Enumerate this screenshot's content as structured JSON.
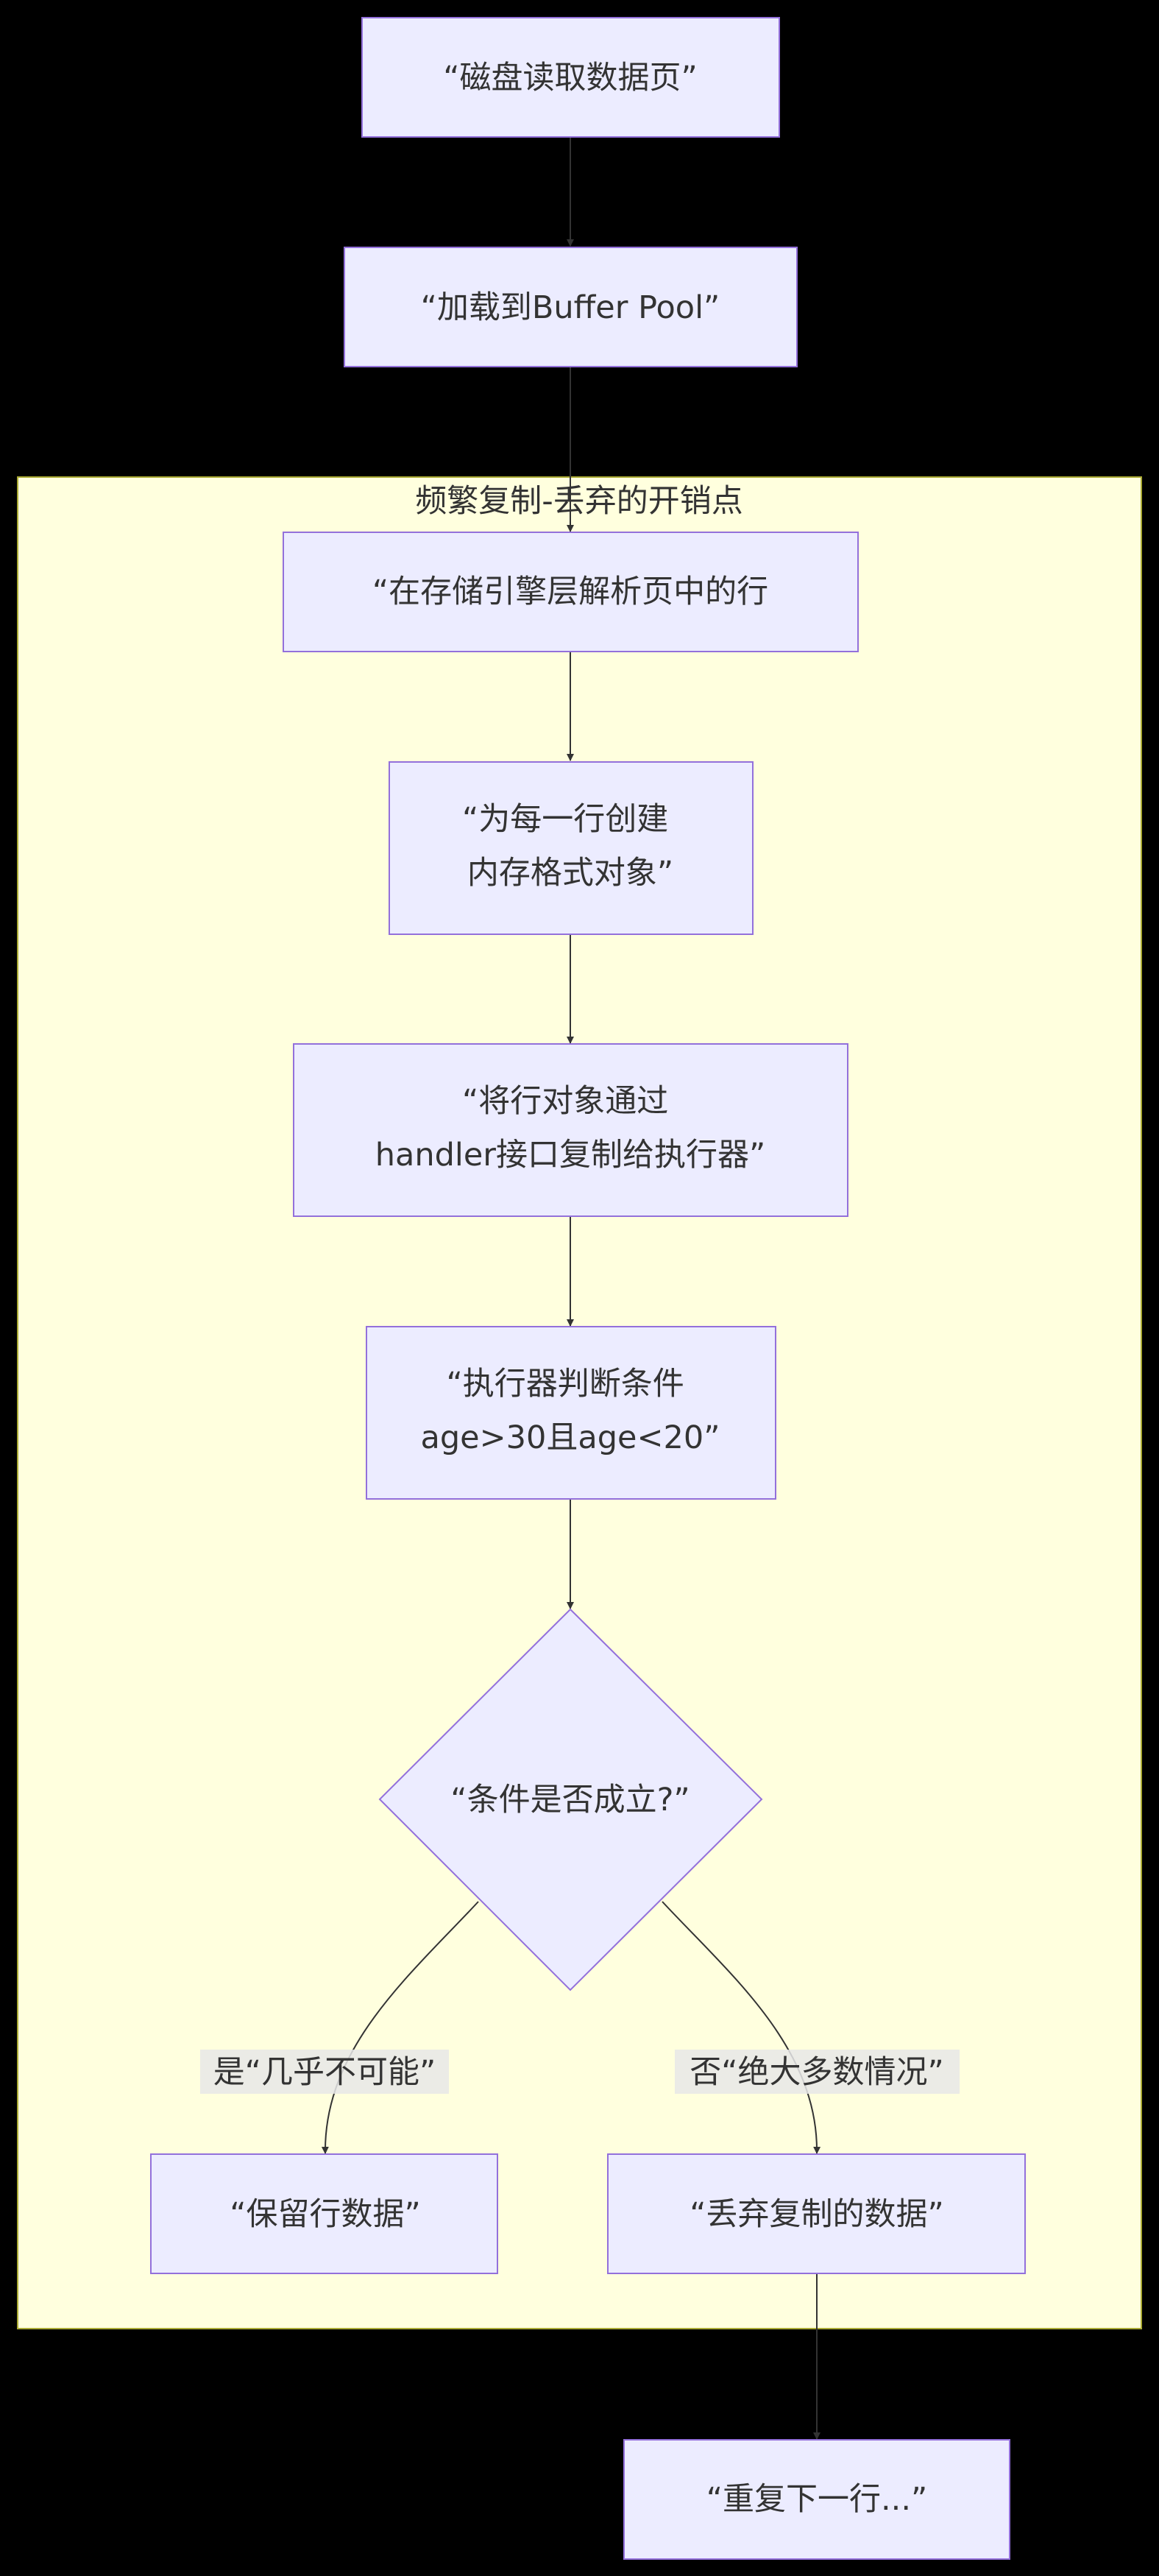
{
  "colors": {
    "background": "#000000",
    "node_fill": "#ECECFF",
    "node_stroke": "#9370DB",
    "cluster_fill": "#FFFFDE",
    "cluster_stroke": "#AAAA33",
    "edge": "#333333",
    "edge_label_bg": "#E8E8E8",
    "text": "#333333"
  },
  "cluster": {
    "label": "频繁复制-丢弃的开销点"
  },
  "nodes": {
    "disk_read": {
      "lines": [
        "“磁盘读取数据页”"
      ]
    },
    "load_buffer": {
      "lines": [
        "“加载到Buffer Pool”"
      ]
    },
    "parse_rows": {
      "lines": [
        "“在存储引擎层解析页中的行"
      ]
    },
    "create_objects": {
      "lines": [
        "“为每一行创建",
        "内存格式对象”"
      ]
    },
    "copy_handler": {
      "lines": [
        "“将行对象通过",
        "handler接口复制给执行器”"
      ]
    },
    "judge": {
      "lines": [
        "“执行器判断条件",
        "age>30且age<20”"
      ]
    },
    "decision": {
      "lines": [
        "“条件是否成立?”"
      ]
    },
    "keep": {
      "lines": [
        "“保留行数据”"
      ]
    },
    "discard": {
      "lines": [
        "“丢弃复制的数据”"
      ]
    },
    "repeat": {
      "lines": [
        "“重复下一行...”"
      ]
    }
  },
  "edge_labels": {
    "yes": "是“几乎不可能”",
    "no": "否“绝大多数情况”"
  }
}
